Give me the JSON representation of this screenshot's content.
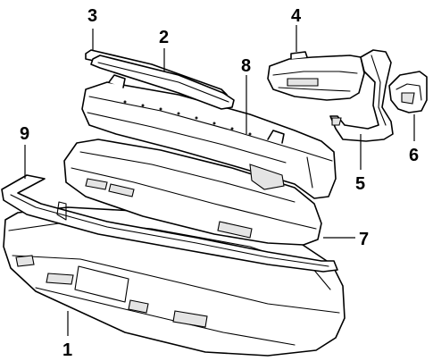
{
  "callouts": {
    "c1": "1",
    "c2": "2",
    "c3": "3",
    "c4": "4",
    "c5": "5",
    "c6": "6",
    "c7": "7",
    "c8": "8",
    "c9": "9"
  },
  "colors": {
    "line": "#000000",
    "background": "#ffffff",
    "shade": "#e4e4e4"
  }
}
